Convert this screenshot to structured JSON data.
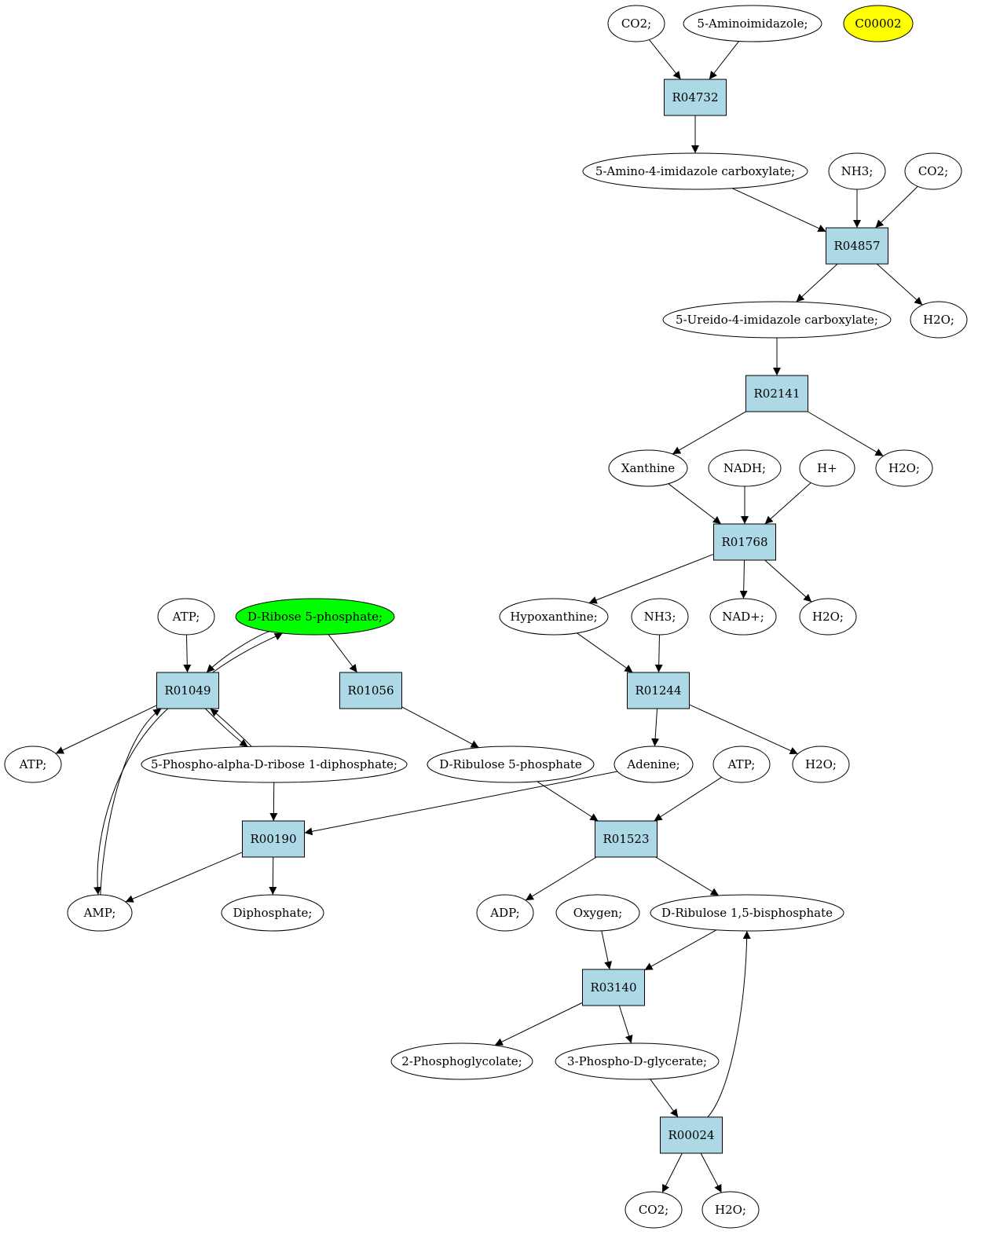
{
  "colors": {
    "reaction_fill": "#add8e6",
    "metabolite_fill": "#ffffff",
    "highlight_source": "#00ff00",
    "highlight_target": "#ffff00",
    "edge": "#000000"
  },
  "reactions": [
    {
      "id": "r04732",
      "label": "R04732"
    },
    {
      "id": "r04857",
      "label": "R04857"
    },
    {
      "id": "r02141",
      "label": "R02141"
    },
    {
      "id": "r01768",
      "label": "R01768"
    },
    {
      "id": "r01049",
      "label": "R01049"
    },
    {
      "id": "r01056",
      "label": "R01056"
    },
    {
      "id": "r01244",
      "label": "R01244"
    },
    {
      "id": "r00190",
      "label": "R00190"
    },
    {
      "id": "r01523",
      "label": "R01523"
    },
    {
      "id": "r03140",
      "label": "R03140"
    },
    {
      "id": "r00024",
      "label": "R00024"
    }
  ],
  "metabolites": [
    {
      "id": "co2_a",
      "label": "CO2;"
    },
    {
      "id": "aminoimidazole",
      "label": "5-Aminoimidazole;"
    },
    {
      "id": "c00002",
      "label": "C00002",
      "highlight": "target"
    },
    {
      "id": "aica",
      "label": "5-Amino-4-imidazole carboxylate;"
    },
    {
      "id": "nh3_a",
      "label": "NH3;"
    },
    {
      "id": "co2_b",
      "label": "CO2;"
    },
    {
      "id": "ureido",
      "label": "5-Ureido-4-imidazole carboxylate;"
    },
    {
      "id": "h2o_a",
      "label": "H2O;"
    },
    {
      "id": "xanthine",
      "label": "Xanthine"
    },
    {
      "id": "nadh",
      "label": "NADH;"
    },
    {
      "id": "hplus",
      "label": "H+"
    },
    {
      "id": "h2o_b",
      "label": "H2O;"
    },
    {
      "id": "atp_a",
      "label": "ATP;"
    },
    {
      "id": "r5p",
      "label": "D-Ribose 5-phosphate;",
      "highlight": "source"
    },
    {
      "id": "hypoxanthine",
      "label": "Hypoxanthine;"
    },
    {
      "id": "nh3_b",
      "label": "NH3;"
    },
    {
      "id": "nadplus",
      "label": "NAD+;"
    },
    {
      "id": "h2o_c",
      "label": "H2O;"
    },
    {
      "id": "atp_b",
      "label": "ATP;"
    },
    {
      "id": "prpp",
      "label": "5-Phospho-alpha-D-ribose 1-diphosphate;"
    },
    {
      "id": "ru5p",
      "label": "D-Ribulose 5-phosphate"
    },
    {
      "id": "adenine",
      "label": "Adenine;"
    },
    {
      "id": "atp_c",
      "label": "ATP;"
    },
    {
      "id": "h2o_d",
      "label": "H2O;"
    },
    {
      "id": "amp",
      "label": "AMP;"
    },
    {
      "id": "diphosphate",
      "label": "Diphosphate;"
    },
    {
      "id": "adp",
      "label": "ADP;"
    },
    {
      "id": "oxygen",
      "label": "Oxygen;"
    },
    {
      "id": "rubp",
      "label": "D-Ribulose 1,5-bisphosphate"
    },
    {
      "id": "phosphoglycolate",
      "label": "2-Phosphoglycolate;"
    },
    {
      "id": "pga",
      "label": "3-Phospho-D-glycerate;"
    },
    {
      "id": "co2_c",
      "label": "CO2;"
    },
    {
      "id": "h2o_e",
      "label": "H2O;"
    }
  ],
  "edges": [
    {
      "from": "co2_a",
      "to": "r04732"
    },
    {
      "from": "aminoimidazole",
      "to": "r04732"
    },
    {
      "from": "r04732",
      "to": "aica"
    },
    {
      "from": "aica",
      "to": "r04857"
    },
    {
      "from": "nh3_a",
      "to": "r04857"
    },
    {
      "from": "co2_b",
      "to": "r04857"
    },
    {
      "from": "r04857",
      "to": "ureido"
    },
    {
      "from": "r04857",
      "to": "h2o_a"
    },
    {
      "from": "ureido",
      "to": "r02141"
    },
    {
      "from": "r02141",
      "to": "xanthine"
    },
    {
      "from": "r02141",
      "to": "h2o_b"
    },
    {
      "from": "xanthine",
      "to": "r01768"
    },
    {
      "from": "nadh",
      "to": "r01768"
    },
    {
      "from": "hplus",
      "to": "r01768"
    },
    {
      "from": "r01768",
      "to": "hypoxanthine"
    },
    {
      "from": "r01768",
      "to": "nadplus"
    },
    {
      "from": "r01768",
      "to": "h2o_c"
    },
    {
      "from": "hypoxanthine",
      "to": "r01244"
    },
    {
      "from": "nh3_b",
      "to": "r01244"
    },
    {
      "from": "r01244",
      "to": "adenine"
    },
    {
      "from": "r01244",
      "to": "h2o_d"
    },
    {
      "from": "atp_a",
      "to": "r01049"
    },
    {
      "from": "r5p",
      "to": "r01049"
    },
    {
      "from": "r01049",
      "to": "r5p"
    },
    {
      "from": "r5p",
      "to": "r01056"
    },
    {
      "from": "r01049",
      "to": "atp_b"
    },
    {
      "from": "r01049",
      "to": "prpp"
    },
    {
      "from": "prpp",
      "to": "r01049"
    },
    {
      "from": "r01049",
      "to": "amp"
    },
    {
      "from": "amp",
      "to": "r01049"
    },
    {
      "from": "r01056",
      "to": "ru5p"
    },
    {
      "from": "prpp",
      "to": "r00190"
    },
    {
      "from": "adenine",
      "to": "r00190"
    },
    {
      "from": "r00190",
      "to": "amp"
    },
    {
      "from": "r00190",
      "to": "diphosphate"
    },
    {
      "from": "ru5p",
      "to": "r01523"
    },
    {
      "from": "atp_c",
      "to": "r01523"
    },
    {
      "from": "r01523",
      "to": "adp"
    },
    {
      "from": "r01523",
      "to": "rubp"
    },
    {
      "from": "oxygen",
      "to": "r03140"
    },
    {
      "from": "rubp",
      "to": "r03140"
    },
    {
      "from": "r03140",
      "to": "phosphoglycolate"
    },
    {
      "from": "r03140",
      "to": "pga"
    },
    {
      "from": "pga",
      "to": "r00024"
    },
    {
      "from": "r00024",
      "to": "co2_c"
    },
    {
      "from": "r00024",
      "to": "h2o_e"
    },
    {
      "from": "r00024",
      "to": "rubp"
    }
  ]
}
